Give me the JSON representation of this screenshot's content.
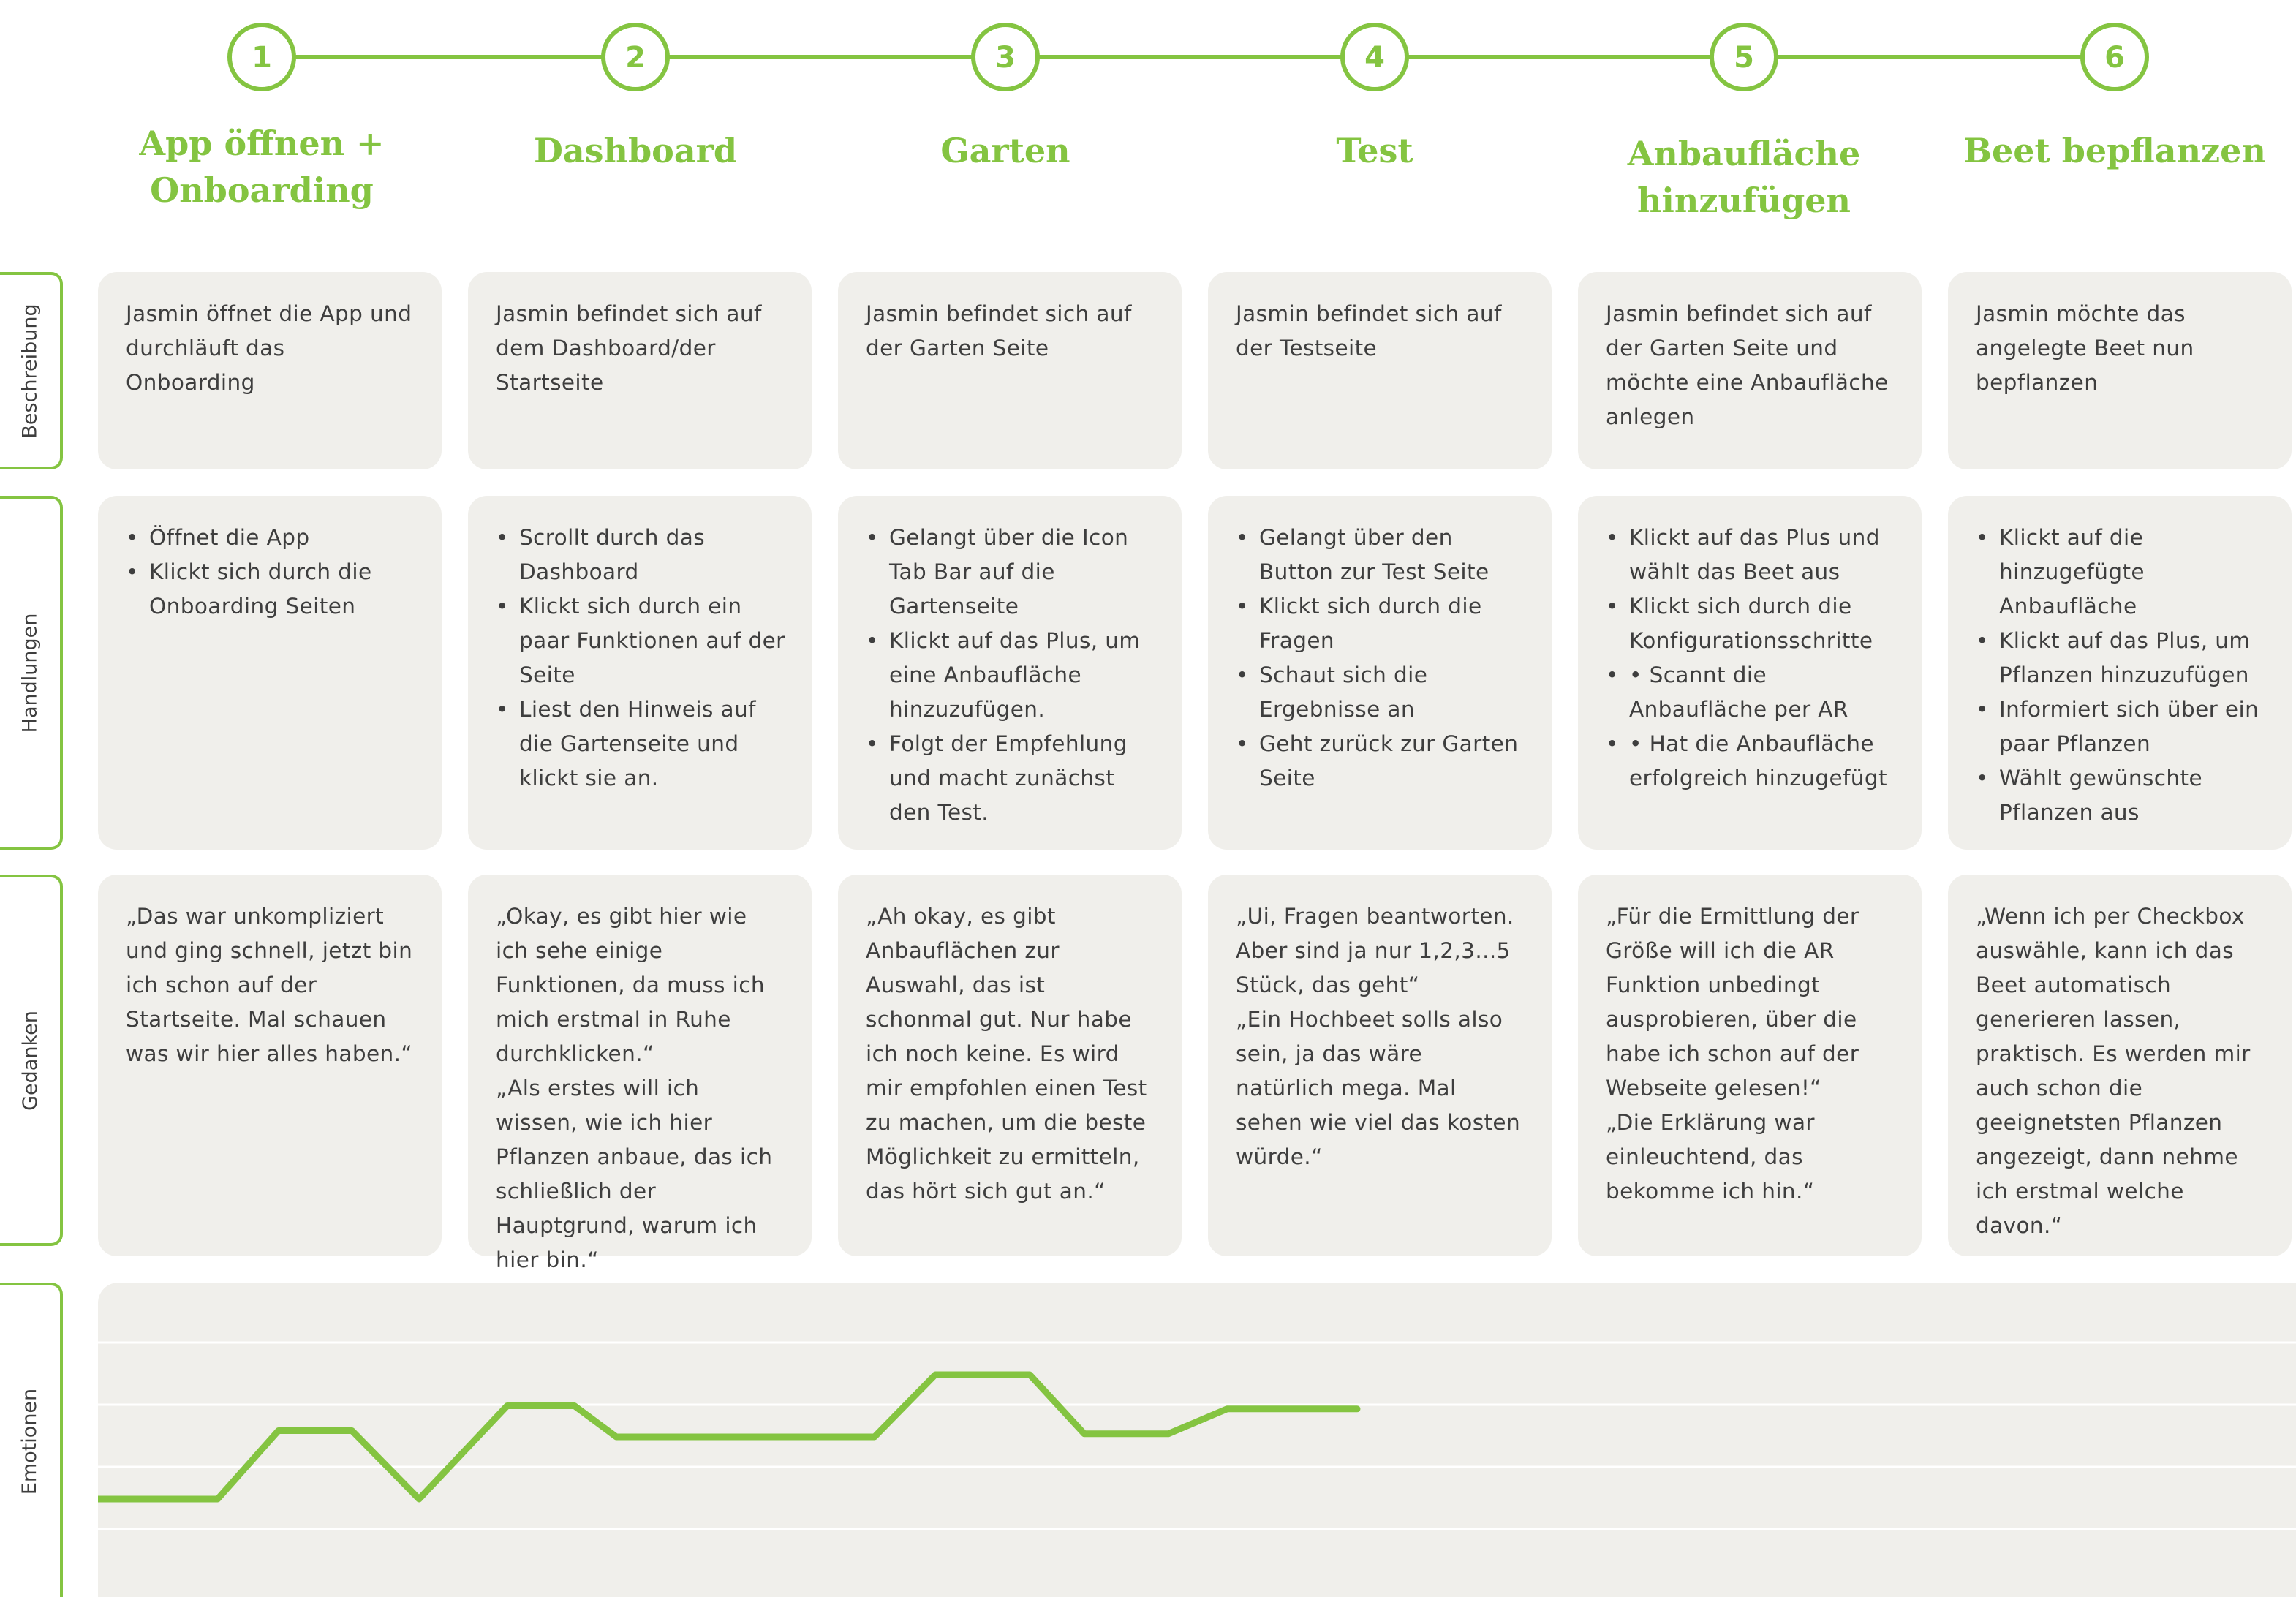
{
  "steps": [
    {
      "number": "1",
      "title_lines": [
        "App öffnen +",
        "Onboarding"
      ]
    },
    {
      "number": "2",
      "title_lines": [
        "Dashboard"
      ]
    },
    {
      "number": "3",
      "title_lines": [
        "Garten"
      ]
    },
    {
      "number": "4",
      "title_lines": [
        "Test"
      ]
    },
    {
      "number": "5",
      "title_lines": [
        "Anbaufläche",
        "hinzufügen"
      ]
    },
    {
      "number": "6",
      "title_lines": [
        "Beet bepflanzen"
      ]
    }
  ],
  "rows": {
    "beschreibung": {
      "label": "Beschreibung",
      "cells": [
        "Jasmin öffnet die App und durchläuft das Onboarding",
        "Jasmin befindet sich auf dem Dashboard/der Startseite",
        "Jasmin befindet sich auf der Garten Seite",
        "Jasmin befindet sich auf der Testseite",
        "Jasmin befindet sich auf der Garten Seite und möchte eine Anbaufläche anlegen",
        "Jasmin möchte das angelegte Beet nun bepflanzen"
      ]
    },
    "handlungen": {
      "label": "Handlungen",
      "cells": [
        [
          "Öffnet die App",
          "Klickt sich durch die Onboarding Seiten"
        ],
        [
          "Scrollt durch das Dashboard",
          "Klickt sich durch ein paar Funktionen auf der Seite",
          "Liest den Hinweis auf die Gartenseite und klickt sie an."
        ],
        [
          "Gelangt über die Icon Tab Bar auf die Gartenseite",
          "Klickt auf das Plus, um eine Anbaufläche hinzuzufügen.",
          "Folgt der Empfehlung und macht zunächst den Test."
        ],
        [
          "Gelangt über den Button zur Test Seite",
          "Klickt sich durch die Fragen",
          "Schaut sich die Ergebnisse an",
          "Geht zurück zur Garten Seite"
        ],
        [
          "Klickt auf das Plus und wählt das Beet aus",
          "Klickt sich durch die Konfigurationsschritte",
          "• Scannt die Anbaufläche per AR",
          "• Hat die Anbaufläche erfolgreich hinzugefügt"
        ],
        [
          "Klickt auf die hinzugefügte Anbaufläche",
          "Klickt auf das Plus, um Pflanzen hinzuzufügen",
          "Informiert sich über ein paar Pflanzen",
          "Wählt gewünschte Pflanzen aus"
        ]
      ]
    },
    "gedanken": {
      "label": "Gedanken",
      "cells": [
        [
          "„Das war unkompliziert und ging schnell, jetzt bin ich schon auf der Startseite. Mal schauen was wir hier alles haben.“"
        ],
        [
          "„Okay, es gibt hier wie ich sehe einige Funktionen, da muss ich mich erstmal in Ruhe durchklicken.“",
          "„Als erstes will ich wissen, wie ich hier Pflanzen anbaue, das ich schließlich der Hauptgrund, warum ich hier bin.“"
        ],
        [
          "„Ah okay, es gibt Anbauflächen zur Auswahl, das ist schonmal gut. Nur habe ich noch keine. Es wird mir empfohlen einen Test zu machen, um die beste Möglichkeit zu ermitteln, das hört sich gut an.“"
        ],
        [
          "„Ui, Fragen beantworten. Aber sind ja nur 1,2,3...5 Stück, das geht“",
          "„Ein Hochbeet solls also sein, ja das wäre natürlich mega. Mal sehen wie viel das kosten würde.“"
        ],
        [
          "„Für die Ermittlung der Größe will ich die AR Funktion unbedingt ausprobieren, über die habe ich schon auf der Webseite gelesen!“",
          "„Die Erklärung war einleuchtend, das bekomme ich hin.“"
        ],
        [
          "„Wenn ich per Checkbox auswähle, kann ich das Beet automatisch generieren lassen, praktisch. Es werden mir auch schon die geeignetsten Pflanzen angezeigt, dann nehme ich erstmal welche davon.“"
        ]
      ]
    },
    "emotionen": {
      "label": "Emotionen"
    }
  },
  "colors": {
    "accent": "#84c441",
    "card": "#f0efeb",
    "text": "#3e3e3e",
    "gridline": "#ffffff"
  },
  "chart_data": {
    "type": "line",
    "levels": 5,
    "grid": true,
    "series": [
      {
        "values": [
          {
            "x": 0.0,
            "y": 1
          },
          {
            "x": 0.57,
            "y": 1
          },
          {
            "x": 0.86,
            "y": 2.1
          },
          {
            "x": 1.21,
            "y": 2.1
          },
          {
            "x": 1.53,
            "y": 1
          },
          {
            "x": 1.95,
            "y": 2.5
          },
          {
            "x": 2.27,
            "y": 2.5
          },
          {
            "x": 2.47,
            "y": 2
          },
          {
            "x": 3.7,
            "y": 2
          },
          {
            "x": 3.99,
            "y": 3
          },
          {
            "x": 4.44,
            "y": 3
          },
          {
            "x": 4.7,
            "y": 2.05
          },
          {
            "x": 5.1,
            "y": 2.05
          },
          {
            "x": 5.38,
            "y": 2.45
          },
          {
            "x": 6.0,
            "y": 2.45
          }
        ]
      }
    ]
  }
}
